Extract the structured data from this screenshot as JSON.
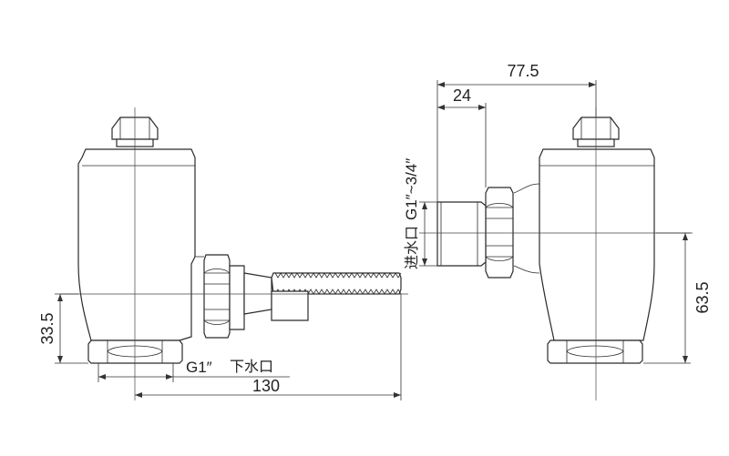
{
  "dimensions": {
    "overall_width": "77.5",
    "inlet_offset": "24",
    "inlet_height": "63.5",
    "outlet_height": "33.5",
    "outlet_length": "130"
  },
  "labels": {
    "outlet_thread": "G1″",
    "outlet_name": "下水口",
    "inlet_name": "进水口",
    "inlet_thread": "G1″~3/4″"
  },
  "colors": {
    "line": "#2b2b2b",
    "background": "#ffffff"
  }
}
